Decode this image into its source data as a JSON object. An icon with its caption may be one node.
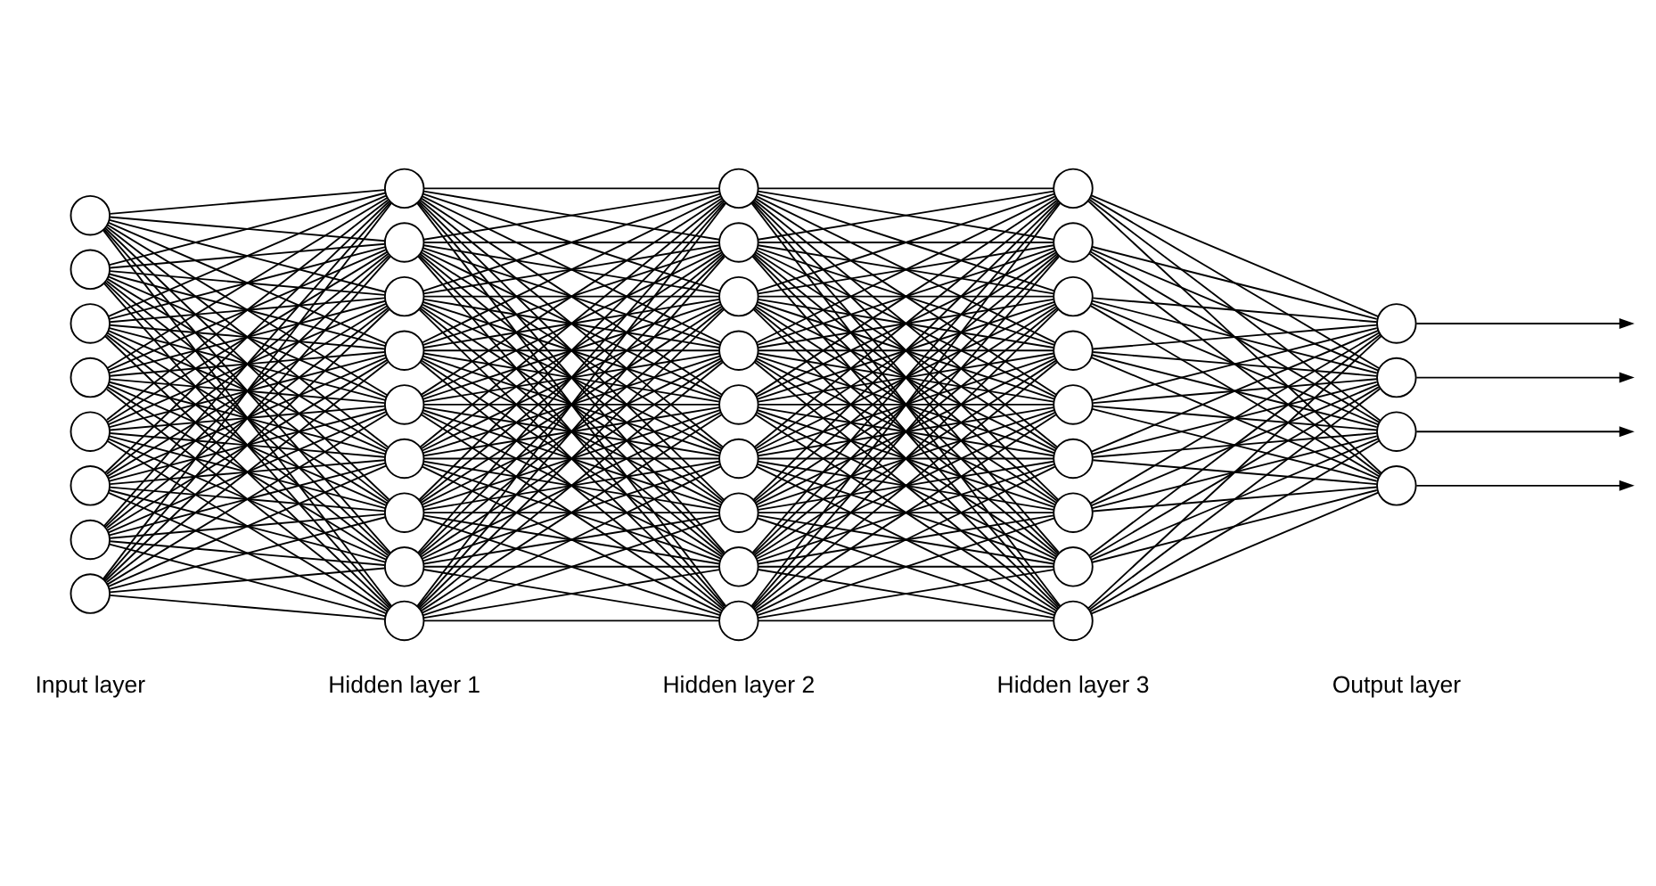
{
  "diagram": {
    "nodes": [
      {
        "text": [],
        "shape": "circle"
      },
      {
        "text": [],
        "shape": "circle"
      },
      {
        "text": [],
        "shape": "circle"
      },
      {
        "text": [],
        "shape": "circle"
      },
      {
        "text": [],
        "shape": "circle"
      },
      {
        "text": [],
        "shape": "circle"
      },
      {
        "text": [],
        "shape": "circle"
      },
      {
        "text": [],
        "shape": "circle"
      },
      {
        "text": [],
        "shape": "circle"
      },
      {
        "text": [],
        "shape": "circle"
      },
      {
        "text": [],
        "shape": "circle"
      },
      {
        "text": [],
        "shape": "circle"
      },
      {
        "text": [],
        "shape": "circle"
      },
      {
        "text": [],
        "shape": "circle"
      },
      {
        "text": [],
        "shape": "circle"
      },
      {
        "text": [],
        "shape": "circle"
      },
      {
        "text": [],
        "shape": "circle"
      },
      {
        "text": [],
        "shape": "circle"
      },
      {
        "text": [],
        "shape": "circle"
      },
      {
        "text": [],
        "shape": "circle"
      },
      {
        "text": [],
        "shape": "circle"
      },
      {
        "text": [],
        "shape": "circle"
      },
      {
        "text": [],
        "shape": "circle"
      },
      {
        "text": [],
        "shape": "circle"
      },
      {
        "text": [],
        "shape": "circle"
      },
      {
        "text": [],
        "shape": "circle"
      },
      {
        "text": [],
        "shape": "circle"
      },
      {
        "text": [],
        "shape": "circle"
      },
      {
        "text": [],
        "shape": "circle"
      },
      {
        "text": [],
        "shape": "circle"
      },
      {
        "text": [],
        "shape": "circle"
      },
      {
        "text": [],
        "shape": "circle"
      },
      {
        "text": [],
        "shape": "circle"
      },
      {
        "text": [],
        "shape": "circle"
      },
      {
        "text": [],
        "shape": "circle"
      },
      {
        "text": [],
        "shape": "circle"
      },
      {
        "text": [],
        "shape": "circle"
      },
      {
        "text": [],
        "shape": "circle"
      },
      {
        "text": [],
        "shape": "circle"
      }
    ],
    "edges": [
      {
        "from": 0,
        "to": 8,
        "arrow": "none"
      },
      {
        "from": 0,
        "to": 9,
        "arrow": "none"
      },
      {
        "from": 0,
        "to": 10,
        "arrow": "none"
      },
      {
        "from": 0,
        "to": 11,
        "arrow": "none"
      },
      {
        "from": 0,
        "to": 12,
        "arrow": "none"
      },
      {
        "from": 0,
        "to": 13,
        "arrow": "none"
      },
      {
        "from": 0,
        "to": 14,
        "arrow": "none"
      },
      {
        "from": 0,
        "to": 15,
        "arrow": "none"
      },
      {
        "from": 0,
        "to": 16,
        "arrow": "none"
      },
      {
        "from": 1,
        "to": 8,
        "arrow": "none"
      },
      {
        "from": 1,
        "to": 9,
        "arrow": "none"
      },
      {
        "from": 1,
        "to": 10,
        "arrow": "none"
      },
      {
        "from": 1,
        "to": 11,
        "arrow": "none"
      },
      {
        "from": 1,
        "to": 12,
        "arrow": "none"
      },
      {
        "from": 1,
        "to": 13,
        "arrow": "none"
      },
      {
        "from": 1,
        "to": 14,
        "arrow": "none"
      },
      {
        "from": 1,
        "to": 15,
        "arrow": "none"
      },
      {
        "from": 1,
        "to": 16,
        "arrow": "none"
      },
      {
        "from": 2,
        "to": 8,
        "arrow": "none"
      },
      {
        "from": 2,
        "to": 9,
        "arrow": "none"
      },
      {
        "from": 2,
        "to": 10,
        "arrow": "none"
      },
      {
        "from": 2,
        "to": 11,
        "arrow": "none"
      },
      {
        "from": 2,
        "to": 12,
        "arrow": "none"
      },
      {
        "from": 2,
        "to": 13,
        "arrow": "none"
      },
      {
        "from": 2,
        "to": 14,
        "arrow": "none"
      },
      {
        "from": 2,
        "to": 15,
        "arrow": "none"
      },
      {
        "from": 2,
        "to": 16,
        "arrow": "none"
      },
      {
        "from": 3,
        "to": 8,
        "arrow": "none"
      },
      {
        "from": 3,
        "to": 9,
        "arrow": "none"
      },
      {
        "from": 3,
        "to": 10,
        "arrow": "none"
      },
      {
        "from": 3,
        "to": 11,
        "arrow": "none"
      },
      {
        "from": 3,
        "to": 12,
        "arrow": "none"
      },
      {
        "from": 3,
        "to": 13,
        "arrow": "none"
      },
      {
        "from": 3,
        "to": 14,
        "arrow": "none"
      },
      {
        "from": 3,
        "to": 15,
        "arrow": "none"
      },
      {
        "from": 3,
        "to": 16,
        "arrow": "none"
      },
      {
        "from": 4,
        "to": 8,
        "arrow": "none"
      },
      {
        "from": 4,
        "to": 9,
        "arrow": "none"
      },
      {
        "from": 4,
        "to": 10,
        "arrow": "none"
      },
      {
        "from": 4,
        "to": 11,
        "arrow": "none"
      },
      {
        "from": 4,
        "to": 12,
        "arrow": "none"
      },
      {
        "from": 4,
        "to": 13,
        "arrow": "none"
      },
      {
        "from": 4,
        "to": 14,
        "arrow": "none"
      },
      {
        "from": 4,
        "to": 15,
        "arrow": "none"
      },
      {
        "from": 4,
        "to": 16,
        "arrow": "none"
      },
      {
        "from": 5,
        "to": 8,
        "arrow": "none"
      },
      {
        "from": 5,
        "to": 9,
        "arrow": "none"
      },
      {
        "from": 5,
        "to": 10,
        "arrow": "none"
      },
      {
        "from": 5,
        "to": 11,
        "arrow": "none"
      },
      {
        "from": 5,
        "to": 12,
        "arrow": "none"
      },
      {
        "from": 5,
        "to": 13,
        "arrow": "none"
      },
      {
        "from": 5,
        "to": 14,
        "arrow": "none"
      },
      {
        "from": 5,
        "to": 15,
        "arrow": "none"
      },
      {
        "from": 5,
        "to": 16,
        "arrow": "none"
      },
      {
        "from": 6,
        "to": 8,
        "arrow": "none"
      },
      {
        "from": 6,
        "to": 9,
        "arrow": "none"
      },
      {
        "from": 6,
        "to": 10,
        "arrow": "none"
      },
      {
        "from": 6,
        "to": 11,
        "arrow": "none"
      },
      {
        "from": 6,
        "to": 12,
        "arrow": "none"
      },
      {
        "from": 6,
        "to": 13,
        "arrow": "none"
      },
      {
        "from": 6,
        "to": 14,
        "arrow": "none"
      },
      {
        "from": 6,
        "to": 15,
        "arrow": "none"
      },
      {
        "from": 6,
        "to": 16,
        "arrow": "none"
      },
      {
        "from": 7,
        "to": 8,
        "arrow": "none"
      },
      {
        "from": 7,
        "to": 9,
        "arrow": "none"
      },
      {
        "from": 7,
        "to": 10,
        "arrow": "none"
      },
      {
        "from": 7,
        "to": 11,
        "arrow": "none"
      },
      {
        "from": 7,
        "to": 12,
        "arrow": "none"
      },
      {
        "from": 7,
        "to": 13,
        "arrow": "none"
      },
      {
        "from": 7,
        "to": 14,
        "arrow": "none"
      },
      {
        "from": 7,
        "to": 15,
        "arrow": "none"
      },
      {
        "from": 7,
        "to": 16,
        "arrow": "none"
      },
      {
        "from": 8,
        "to": 17,
        "arrow": "none"
      },
      {
        "from": 8,
        "to": 18,
        "arrow": "none"
      },
      {
        "from": 8,
        "to": 19,
        "arrow": "none"
      },
      {
        "from": 8,
        "to": 20,
        "arrow": "none"
      },
      {
        "from": 8,
        "to": 21,
        "arrow": "none"
      },
      {
        "from": 8,
        "to": 22,
        "arrow": "none"
      },
      {
        "from": 8,
        "to": 23,
        "arrow": "none"
      },
      {
        "from": 8,
        "to": 24,
        "arrow": "none"
      },
      {
        "from": 8,
        "to": 25,
        "arrow": "none"
      },
      {
        "from": 9,
        "to": 17,
        "arrow": "none"
      },
      {
        "from": 9,
        "to": 18,
        "arrow": "none"
      },
      {
        "from": 9,
        "to": 19,
        "arrow": "none"
      },
      {
        "from": 9,
        "to": 20,
        "arrow": "none"
      },
      {
        "from": 9,
        "to": 21,
        "arrow": "none"
      },
      {
        "from": 9,
        "to": 22,
        "arrow": "none"
      },
      {
        "from": 9,
        "to": 23,
        "arrow": "none"
      },
      {
        "from": 9,
        "to": 24,
        "arrow": "none"
      },
      {
        "from": 9,
        "to": 25,
        "arrow": "none"
      },
      {
        "from": 10,
        "to": 17,
        "arrow": "none"
      },
      {
        "from": 10,
        "to": 18,
        "arrow": "none"
      },
      {
        "from": 10,
        "to": 19,
        "arrow": "none"
      },
      {
        "from": 10,
        "to": 20,
        "arrow": "none"
      },
      {
        "from": 10,
        "to": 21,
        "arrow": "none"
      },
      {
        "from": 10,
        "to": 22,
        "arrow": "none"
      },
      {
        "from": 10,
        "to": 23,
        "arrow": "none"
      },
      {
        "from": 10,
        "to": 24,
        "arrow": "none"
      },
      {
        "from": 10,
        "to": 25,
        "arrow": "none"
      },
      {
        "from": 11,
        "to": 17,
        "arrow": "none"
      },
      {
        "from": 11,
        "to": 18,
        "arrow": "none"
      },
      {
        "from": 11,
        "to": 19,
        "arrow": "none"
      },
      {
        "from": 11,
        "to": 20,
        "arrow": "none"
      },
      {
        "from": 11,
        "to": 21,
        "arrow": "none"
      },
      {
        "from": 11,
        "to": 22,
        "arrow": "none"
      },
      {
        "from": 11,
        "to": 23,
        "arrow": "none"
      },
      {
        "from": 11,
        "to": 24,
        "arrow": "none"
      },
      {
        "from": 11,
        "to": 25,
        "arrow": "none"
      },
      {
        "from": 12,
        "to": 17,
        "arrow": "none"
      },
      {
        "from": 12,
        "to": 18,
        "arrow": "none"
      },
      {
        "from": 12,
        "to": 19,
        "arrow": "none"
      },
      {
        "from": 12,
        "to": 20,
        "arrow": "none"
      },
      {
        "from": 12,
        "to": 21,
        "arrow": "none"
      },
      {
        "from": 12,
        "to": 22,
        "arrow": "none"
      },
      {
        "from": 12,
        "to": 23,
        "arrow": "none"
      },
      {
        "from": 12,
        "to": 24,
        "arrow": "none"
      },
      {
        "from": 12,
        "to": 25,
        "arrow": "none"
      },
      {
        "from": 13,
        "to": 17,
        "arrow": "none"
      },
      {
        "from": 13,
        "to": 18,
        "arrow": "none"
      },
      {
        "from": 13,
        "to": 19,
        "arrow": "none"
      },
      {
        "from": 13,
        "to": 20,
        "arrow": "none"
      },
      {
        "from": 13,
        "to": 21,
        "arrow": "none"
      },
      {
        "from": 13,
        "to": 22,
        "arrow": "none"
      },
      {
        "from": 13,
        "to": 23,
        "arrow": "none"
      },
      {
        "from": 13,
        "to": 24,
        "arrow": "none"
      },
      {
        "from": 13,
        "to": 25,
        "arrow": "none"
      },
      {
        "from": 14,
        "to": 17,
        "arrow": "none"
      },
      {
        "from": 14,
        "to": 18,
        "arrow": "none"
      },
      {
        "from": 14,
        "to": 19,
        "arrow": "none"
      },
      {
        "from": 14,
        "to": 20,
        "arrow": "none"
      },
      {
        "from": 14,
        "to": 21,
        "arrow": "none"
      },
      {
        "from": 14,
        "to": 22,
        "arrow": "none"
      },
      {
        "from": 14,
        "to": 23,
        "arrow": "none"
      },
      {
        "from": 14,
        "to": 24,
        "arrow": "none"
      },
      {
        "from": 14,
        "to": 25,
        "arrow": "none"
      },
      {
        "from": 15,
        "to": 17,
        "arrow": "none"
      },
      {
        "from": 15,
        "to": 18,
        "arrow": "none"
      },
      {
        "from": 15,
        "to": 19,
        "arrow": "none"
      },
      {
        "from": 15,
        "to": 20,
        "arrow": "none"
      },
      {
        "from": 15,
        "to": 21,
        "arrow": "none"
      },
      {
        "from": 15,
        "to": 22,
        "arrow": "none"
      },
      {
        "from": 15,
        "to": 23,
        "arrow": "none"
      },
      {
        "from": 15,
        "to": 24,
        "arrow": "none"
      },
      {
        "from": 15,
        "to": 25,
        "arrow": "none"
      },
      {
        "from": 16,
        "to": 17,
        "arrow": "none"
      },
      {
        "from": 16,
        "to": 18,
        "arrow": "none"
      },
      {
        "from": 16,
        "to": 19,
        "arrow": "none"
      },
      {
        "from": 16,
        "to": 20,
        "arrow": "none"
      },
      {
        "from": 16,
        "to": 21,
        "arrow": "none"
      },
      {
        "from": 16,
        "to": 22,
        "arrow": "none"
      },
      {
        "from": 16,
        "to": 23,
        "arrow": "none"
      },
      {
        "from": 16,
        "to": 24,
        "arrow": "none"
      },
      {
        "from": 16,
        "to": 25,
        "arrow": "none"
      },
      {
        "from": 17,
        "to": 26,
        "arrow": "none"
      },
      {
        "from": 17,
        "to": 27,
        "arrow": "none"
      },
      {
        "from": 17,
        "to": 28,
        "arrow": "none"
      },
      {
        "from": 17,
        "to": 29,
        "arrow": "none"
      },
      {
        "from": 17,
        "to": 30,
        "arrow": "none"
      },
      {
        "from": 17,
        "to": 31,
        "arrow": "none"
      },
      {
        "from": 17,
        "to": 32,
        "arrow": "none"
      },
      {
        "from": 17,
        "to": 33,
        "arrow": "none"
      },
      {
        "from": 17,
        "to": 34,
        "arrow": "none"
      },
      {
        "from": 18,
        "to": 26,
        "arrow": "none"
      },
      {
        "from": 18,
        "to": 27,
        "arrow": "none"
      },
      {
        "from": 18,
        "to": 28,
        "arrow": "none"
      },
      {
        "from": 18,
        "to": 29,
        "arrow": "none"
      },
      {
        "from": 18,
        "to": 30,
        "arrow": "none"
      },
      {
        "from": 18,
        "to": 31,
        "arrow": "none"
      },
      {
        "from": 18,
        "to": 32,
        "arrow": "none"
      },
      {
        "from": 18,
        "to": 33,
        "arrow": "none"
      },
      {
        "from": 18,
        "to": 34,
        "arrow": "none"
      },
      {
        "from": 19,
        "to": 26,
        "arrow": "none"
      },
      {
        "from": 19,
        "to": 27,
        "arrow": "none"
      },
      {
        "from": 19,
        "to": 28,
        "arrow": "none"
      },
      {
        "from": 19,
        "to": 29,
        "arrow": "none"
      },
      {
        "from": 19,
        "to": 30,
        "arrow": "none"
      },
      {
        "from": 19,
        "to": 31,
        "arrow": "none"
      },
      {
        "from": 19,
        "to": 32,
        "arrow": "none"
      },
      {
        "from": 19,
        "to": 33,
        "arrow": "none"
      },
      {
        "from": 19,
        "to": 34,
        "arrow": "none"
      },
      {
        "from": 20,
        "to": 26,
        "arrow": "none"
      },
      {
        "from": 20,
        "to": 27,
        "arrow": "none"
      },
      {
        "from": 20,
        "to": 28,
        "arrow": "none"
      },
      {
        "from": 20,
        "to": 29,
        "arrow": "none"
      },
      {
        "from": 20,
        "to": 30,
        "arrow": "none"
      },
      {
        "from": 20,
        "to": 31,
        "arrow": "none"
      },
      {
        "from": 20,
        "to": 32,
        "arrow": "none"
      },
      {
        "from": 20,
        "to": 33,
        "arrow": "none"
      },
      {
        "from": 20,
        "to": 34,
        "arrow": "none"
      },
      {
        "from": 21,
        "to": 26,
        "arrow": "none"
      },
      {
        "from": 21,
        "to": 27,
        "arrow": "none"
      },
      {
        "from": 21,
        "to": 28,
        "arrow": "none"
      },
      {
        "from": 21,
        "to": 29,
        "arrow": "none"
      },
      {
        "from": 21,
        "to": 30,
        "arrow": "none"
      },
      {
        "from": 21,
        "to": 31,
        "arrow": "none"
      },
      {
        "from": 21,
        "to": 32,
        "arrow": "none"
      },
      {
        "from": 21,
        "to": 33,
        "arrow": "none"
      },
      {
        "from": 21,
        "to": 34,
        "arrow": "none"
      },
      {
        "from": 22,
        "to": 26,
        "arrow": "none"
      },
      {
        "from": 22,
        "to": 27,
        "arrow": "none"
      },
      {
        "from": 22,
        "to": 28,
        "arrow": "none"
      },
      {
        "from": 22,
        "to": 29,
        "arrow": "none"
      },
      {
        "from": 22,
        "to": 30,
        "arrow": "none"
      },
      {
        "from": 22,
        "to": 31,
        "arrow": "none"
      },
      {
        "from": 22,
        "to": 32,
        "arrow": "none"
      },
      {
        "from": 22,
        "to": 33,
        "arrow": "none"
      },
      {
        "from": 22,
        "to": 34,
        "arrow": "none"
      },
      {
        "from": 23,
        "to": 26,
        "arrow": "none"
      },
      {
        "from": 23,
        "to": 27,
        "arrow": "none"
      },
      {
        "from": 23,
        "to": 28,
        "arrow": "none"
      },
      {
        "from": 23,
        "to": 29,
        "arrow": "none"
      },
      {
        "from": 23,
        "to": 30,
        "arrow": "none"
      },
      {
        "from": 23,
        "to": 31,
        "arrow": "none"
      },
      {
        "from": 23,
        "to": 32,
        "arrow": "none"
      },
      {
        "from": 23,
        "to": 33,
        "arrow": "none"
      },
      {
        "from": 23,
        "to": 34,
        "arrow": "none"
      },
      {
        "from": 24,
        "to": 26,
        "arrow": "none"
      },
      {
        "from": 24,
        "to": 27,
        "arrow": "none"
      },
      {
        "from": 24,
        "to": 28,
        "arrow": "none"
      },
      {
        "from": 24,
        "to": 29,
        "arrow": "none"
      },
      {
        "from": 24,
        "to": 30,
        "arrow": "none"
      },
      {
        "from": 24,
        "to": 31,
        "arrow": "none"
      },
      {
        "from": 24,
        "to": 32,
        "arrow": "none"
      },
      {
        "from": 24,
        "to": 33,
        "arrow": "none"
      },
      {
        "from": 24,
        "to": 34,
        "arrow": "none"
      },
      {
        "from": 25,
        "to": 26,
        "arrow": "none"
      },
      {
        "from": 25,
        "to": 27,
        "arrow": "none"
      },
      {
        "from": 25,
        "to": 28,
        "arrow": "none"
      },
      {
        "from": 25,
        "to": 29,
        "arrow": "none"
      },
      {
        "from": 25,
        "to": 30,
        "arrow": "none"
      },
      {
        "from": 25,
        "to": 31,
        "arrow": "none"
      },
      {
        "from": 25,
        "to": 32,
        "arrow": "none"
      },
      {
        "from": 25,
        "to": 33,
        "arrow": "none"
      },
      {
        "from": 25,
        "to": 34,
        "arrow": "none"
      },
      {
        "from": 26,
        "to": 35,
        "arrow": "none"
      },
      {
        "from": 26,
        "to": 36,
        "arrow": "none"
      },
      {
        "from": 26,
        "to": 37,
        "arrow": "none"
      },
      {
        "from": 26,
        "to": 38,
        "arrow": "none"
      },
      {
        "from": 27,
        "to": 35,
        "arrow": "none"
      },
      {
        "from": 27,
        "to": 36,
        "arrow": "none"
      },
      {
        "from": 27,
        "to": 37,
        "arrow": "none"
      },
      {
        "from": 27,
        "to": 38,
        "arrow": "none"
      },
      {
        "from": 28,
        "to": 35,
        "arrow": "none"
      },
      {
        "from": 28,
        "to": 36,
        "arrow": "none"
      },
      {
        "from": 28,
        "to": 37,
        "arrow": "none"
      },
      {
        "from": 28,
        "to": 38,
        "arrow": "none"
      },
      {
        "from": 29,
        "to": 35,
        "arrow": "none"
      },
      {
        "from": 29,
        "to": 36,
        "arrow": "none"
      },
      {
        "from": 29,
        "to": 37,
        "arrow": "none"
      },
      {
        "from": 29,
        "to": 38,
        "arrow": "none"
      },
      {
        "from": 30,
        "to": 35,
        "arrow": "none"
      },
      {
        "from": 30,
        "to": 36,
        "arrow": "none"
      },
      {
        "from": 30,
        "to": 37,
        "arrow": "none"
      },
      {
        "from": 30,
        "to": 38,
        "arrow": "none"
      },
      {
        "from": 31,
        "to": 35,
        "arrow": "none"
      },
      {
        "from": 31,
        "to": 36,
        "arrow": "none"
      },
      {
        "from": 31,
        "to": 37,
        "arrow": "none"
      },
      {
        "from": 31,
        "to": 38,
        "arrow": "none"
      },
      {
        "from": 32,
        "to": 35,
        "arrow": "none"
      },
      {
        "from": 32,
        "to": 36,
        "arrow": "none"
      },
      {
        "from": 32,
        "to": 37,
        "arrow": "none"
      },
      {
        "from": 32,
        "to": 38,
        "arrow": "none"
      },
      {
        "from": 33,
        "to": 35,
        "arrow": "none"
      },
      {
        "from": 33,
        "to": 36,
        "arrow": "none"
      },
      {
        "from": 33,
        "to": 37,
        "arrow": "none"
      },
      {
        "from": 33,
        "to": 38,
        "arrow": "none"
      },
      {
        "from": 34,
        "to": 35,
        "arrow": "none"
      },
      {
        "from": 34,
        "to": 36,
        "arrow": "none"
      },
      {
        "from": 34,
        "to": 37,
        "arrow": "none"
      },
      {
        "from": 34,
        "to": 38,
        "arrow": "none"
      },
      {
        "from": 35,
        "to": null,
        "arrow": "to"
      },
      {
        "from": 36,
        "to": null,
        "arrow": "to"
      },
      {
        "from": 37,
        "to": null,
        "arrow": "to"
      },
      {
        "from": 38,
        "to": null,
        "arrow": "to"
      }
    ],
    "labels": [
      "Input layer",
      "Hidden layer 1",
      "Hidden layer 2",
      "Hidden layer 3",
      "Output layer"
    ]
  }
}
